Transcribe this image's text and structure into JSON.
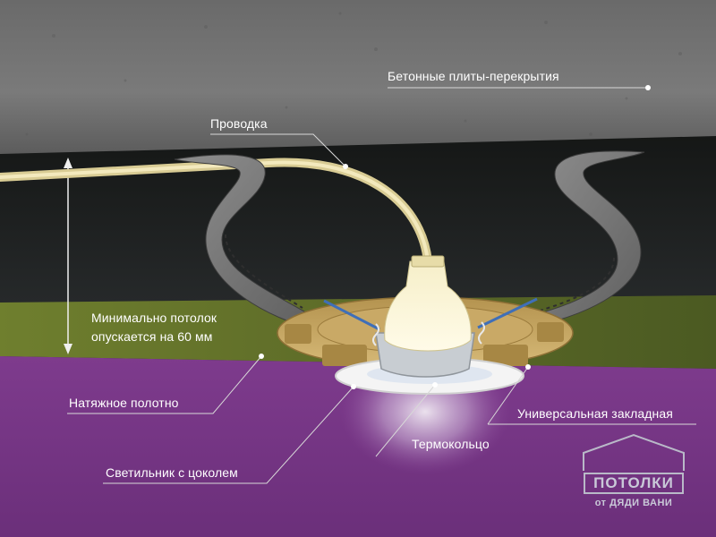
{
  "labels": {
    "concrete": "Бетонные плиты-перекрытия",
    "wiring": "Проводка",
    "min_drop": "Минимально потолок опускается на 60 мм",
    "stretch_film": "Натяжное полотно",
    "universal_mount": "Универсальная закладная",
    "thermo_ring": "Термокольцо",
    "luminaire": "Светильник с цоколем"
  },
  "logo": {
    "brand": "ПОТОЛКИ",
    "sub": "от ДЯДИ ВАНИ"
  },
  "colors": {
    "concrete": "#6d6d6d",
    "cavity": "#1b1d1b",
    "olive_band": "#6b7a2c",
    "film": "#7c3b8a",
    "wire": "#e8dba3",
    "mount": "#c8a865",
    "label_text": "#ffffff"
  }
}
